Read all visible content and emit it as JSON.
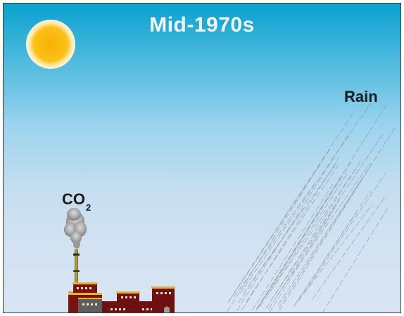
{
  "title": "Mid-1970s",
  "labels": {
    "rain": "Rain",
    "co2_main": "CO",
    "co2_sub": "2"
  },
  "colors": {
    "sky_top": "#0aa2cf",
    "sky_bottom": "#d9e5f3",
    "sun": "#f7b500",
    "factory": "#6e1010",
    "smoke": "#8a8a8a",
    "rain": "#8a8f98"
  },
  "icons": [
    "sun-icon",
    "factory-icon",
    "smoke-icon",
    "rain-icon"
  ]
}
